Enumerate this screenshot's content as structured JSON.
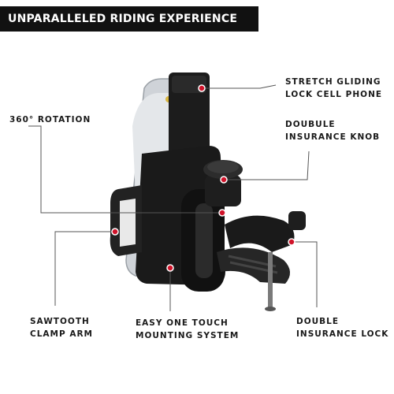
{
  "banner": {
    "title": "UNPARALLELED RIDING EXPERIENCE"
  },
  "labels": {
    "stretch": {
      "line1": "STRETCH GLIDING",
      "line2": "LOCK CELL PHONE"
    },
    "rotation": {
      "line1": "360° ROTATION"
    },
    "knob": {
      "line1": "DOUBULE",
      "line2": "INSURANCE KNOB"
    },
    "sawtooth": {
      "line1": "SAWTOOTH",
      "line2": "CLAMP ARM"
    },
    "mounting": {
      "line1": "EASY ONE TOUCH",
      "line2": "MOUNTING SYSTEM"
    },
    "lock": {
      "line1": "DOUBLE",
      "line2": "INSURANCE LOCK"
    }
  },
  "colors": {
    "marker": "#d0132a",
    "leader": "#555555",
    "banner_bg": "#111111"
  }
}
